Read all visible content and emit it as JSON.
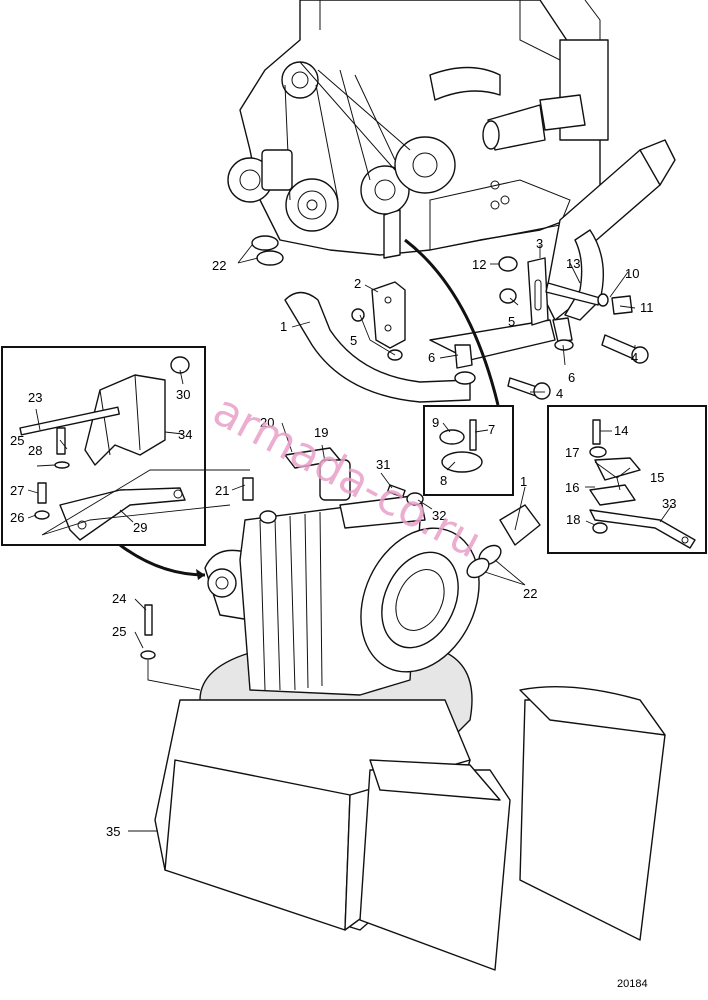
{
  "figure_number": "20184",
  "watermark": "armada-co.ru",
  "callouts": {
    "c1a": "1",
    "c1b": "1",
    "c2": "2",
    "c3": "3",
    "c4a": "4",
    "c4b": "4",
    "c5a": "5",
    "c5b": "5",
    "c6a": "6",
    "c6b": "6",
    "c7": "7",
    "c8": "8",
    "c9": "9",
    "c10": "10",
    "c11": "11",
    "c12": "12",
    "c13": "13",
    "c14": "14",
    "c15": "15",
    "c16": "16",
    "c17": "17",
    "c18": "18",
    "c19": "19",
    "c20": "20",
    "c21": "21",
    "c22a": "22",
    "c22b": "22",
    "c23": "23",
    "c24": "24",
    "c25a": "25",
    "c25b": "25",
    "c26": "26",
    "c27": "27",
    "c28": "28",
    "c29": "29",
    "c30": "30",
    "c31": "31",
    "c32": "32",
    "c33": "33",
    "c34": "34",
    "c35": "35"
  }
}
